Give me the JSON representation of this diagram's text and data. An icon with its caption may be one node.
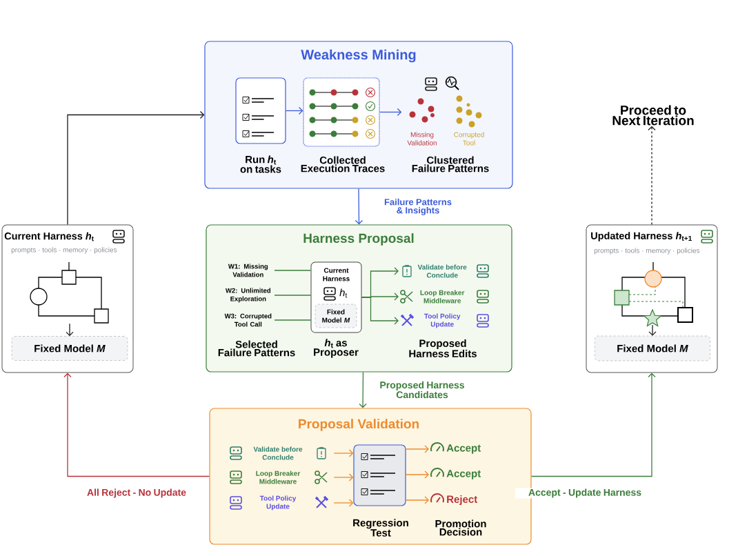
{
  "diagram": {
    "nodes": [
      {
        "text": [
          "Weakness Mining"
        ]
      },
      {
        "text": [],
        "shape": "box",
        "in": 0,
        "beside": [
          "Run *h*$_{t}$ on tasks"
        ]
      },
      {
        "text": [],
        "shape": "box",
        "in": 0,
        "beside": [
          "Collected Execution Traces"
        ]
      },
      {
        "text": [
          "Missing Validation",
          "Corrupted Tool"
        ],
        "in": 0,
        "beside": [
          "Clustered Failure Patterns"
        ]
      },
      {
        "text": [
          "Current Harness *h*$_{t}$",
          "prompts · tools · memory · policies"
        ]
      },
      {
        "text": [
          "Fixed Model *M*"
        ],
        "in": 4
      },
      {
        "text": [
          "Updated Harness *h*$_{t+1}$",
          "prompts · tools · memory · policies"
        ]
      },
      {
        "text": [
          "Fixed Model *M*"
        ],
        "in": 6
      },
      {
        "text": [
          "Proceed to Next Iteration"
        ]
      },
      {
        "text": [
          "Harness Proposal"
        ]
      },
      {
        "text": [
          "W1: Missing Validation"
        ],
        "in": 9
      },
      {
        "text": [
          "W2: Unlimited Exploration"
        ],
        "in": 9
      },
      {
        "text": [
          "W3: Corrupted Tool Call"
        ],
        "in": 9
      },
      {
        "text": [
          "Current Harness",
          "*h*$_{t}$"
        ],
        "in": 9,
        "beside": [
          "*h*$_{t}$ as Proposer"
        ]
      },
      {
        "text": [
          "Fixed Model *M*"
        ],
        "in": 13
      },
      {
        "text": [
          "Validate before Conclude"
        ],
        "in": 9
      },
      {
        "text": [
          "Loop Breaker Middleware"
        ],
        "in": 9
      },
      {
        "text": [
          "Tool Policy Update"
        ],
        "in": 9
      },
      {
        "text": [
          "Proposal Validation"
        ]
      },
      {
        "text": [
          "Validate before Conclude"
        ],
        "in": 18
      },
      {
        "text": [
          "Loop Breaker Middleware"
        ],
        "in": 18
      },
      {
        "text": [
          "Tool Policy Update"
        ],
        "in": 18
      },
      {
        "text": [],
        "shape": "box",
        "in": 18,
        "beside": [
          "Regression Test"
        ]
      },
      {
        "text": [
          "Accept"
        ],
        "in": 18
      },
      {
        "text": [
          "Accept"
        ],
        "in": 18
      },
      {
        "text": [
          "Reject"
        ],
        "in": 18
      },
      {
        "text": [],
        "shape": "picture",
        "in": 4
      },
      {
        "text": [],
        "shape": "picture",
        "in": 6
      }
    ],
    "edges": [
      {
        "from": 4,
        "to": 0,
        "arrow": "to",
        "color": "#1a1a1a"
      },
      {
        "from": 1,
        "to": 2,
        "arrow": "to",
        "color": "#3b5bdb"
      },
      {
        "from": 2,
        "to": 3,
        "arrow": "to",
        "color": "#3b5bdb"
      },
      {
        "from": 0,
        "to": 9,
        "arrow": "to",
        "label": "Failure Patterns & Insights",
        "color": "#3b5bdb"
      },
      {
        "from": 10,
        "to": 13,
        "arrow": "none"
      },
      {
        "from": 11,
        "to": 13,
        "arrow": "none"
      },
      {
        "from": 12,
        "to": 13,
        "arrow": "none"
      },
      {
        "from": 13,
        "to": 15,
        "arrow": "to"
      },
      {
        "from": 13,
        "to": 16,
        "arrow": "to"
      },
      {
        "from": 13,
        "to": 17,
        "arrow": "to"
      },
      {
        "from": 9,
        "to": 18,
        "arrow": "to",
        "label": "Proposed Harness Candidates"
      },
      {
        "from": 19,
        "to": 22,
        "arrow": "to",
        "color": "#ee8a2c"
      },
      {
        "from": 20,
        "to": 22,
        "arrow": "to",
        "color": "#ee8a2c"
      },
      {
        "from": 21,
        "to": 22,
        "arrow": "to",
        "color": "#ee8a2c"
      },
      {
        "from": 22,
        "to": 23,
        "arrow": "to",
        "color": "#ee8a2c"
      },
      {
        "from": 22,
        "to": 24,
        "arrow": "to",
        "color": "#ee8a2c"
      },
      {
        "from": 22,
        "to": 25,
        "arrow": "to",
        "color": "#ee8a2c"
      },
      {
        "from": 18,
        "to": 4,
        "arrow": "to",
        "label": "All Reject - No Update",
        "color": "#b8323a"
      },
      {
        "from": 18,
        "to": 6,
        "arrow": "to",
        "label": "Accept - Update Harness"
      },
      {
        "from": 6,
        "to": 8,
        "arrow": "to",
        "style": "dashed",
        "color": "#1a1a1a"
      },
      {
        "from": 26,
        "to": 5,
        "arrow": "to",
        "color": "#1a1a1a"
      },
      {
        "from": 27,
        "to": 7,
        "arrow": "to",
        "color": "#1a1a1a"
      }
    ],
    "labels": [
      "Selected Failure Patterns",
      "Proposed Harness Edits",
      "Promotion Decision"
    ]
  }
}
